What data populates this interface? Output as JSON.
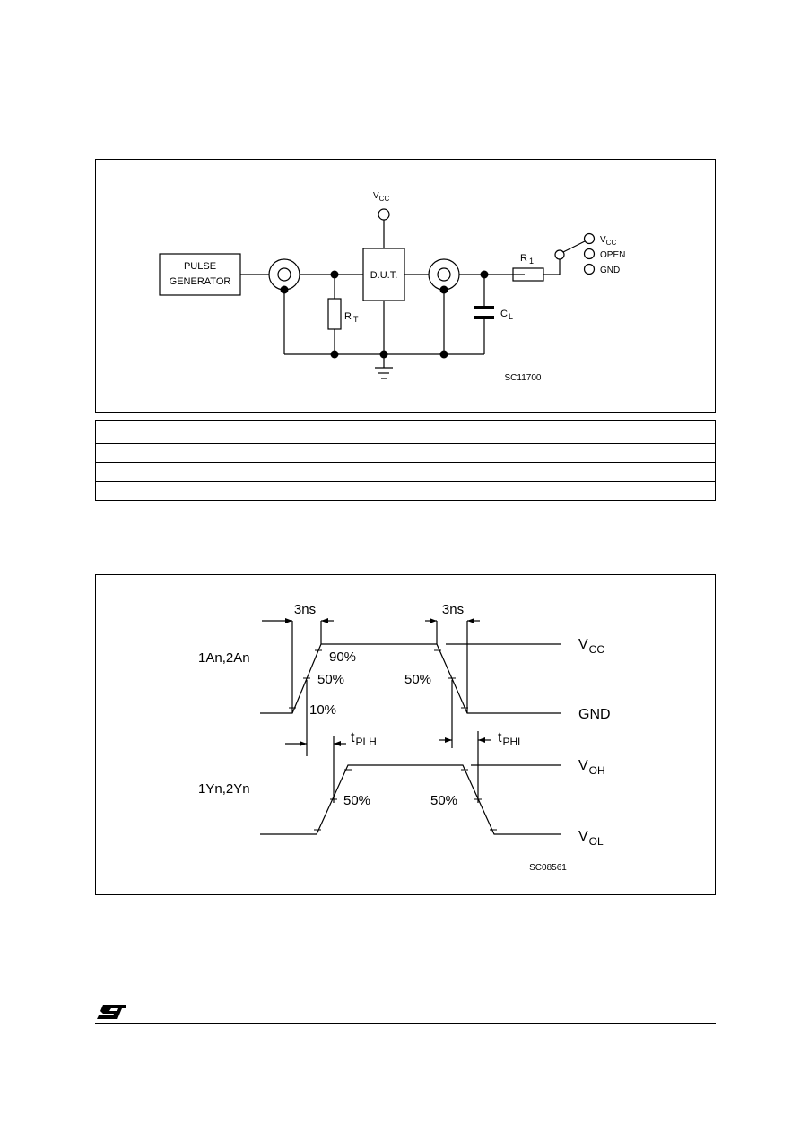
{
  "test_circuit": {
    "pulse_generator": [
      "PULSE",
      "GENERATOR"
    ],
    "dut": "D.U.T.",
    "vcc_label": "V",
    "vcc_sub": "CC",
    "rt_label": "R",
    "rt_sub": "T",
    "cl_label": "C",
    "cl_sub": "L",
    "r1_label": "R",
    "r1_sub": "1",
    "switch_options": [
      {
        "main": "V",
        "sub": "CC"
      },
      {
        "main": "OPEN",
        "sub": ""
      },
      {
        "main": "GND",
        "sub": ""
      }
    ],
    "figure_code": "SC11700"
  },
  "condition_table": {
    "rows": [
      [
        "",
        ""
      ],
      [
        "",
        ""
      ],
      [
        "",
        ""
      ],
      [
        "",
        ""
      ]
    ]
  },
  "waveform": {
    "input_label": "1An,2An",
    "output_label": "1Yn,2Yn",
    "rise_time": "3ns",
    "fall_time": "3ns",
    "pct_90": "90%",
    "pct_50": "50%",
    "pct_10": "10%",
    "vcc": {
      "main": "V",
      "sub": "CC"
    },
    "gnd": "GND",
    "voh": {
      "main": "V",
      "sub": "OH"
    },
    "vol": {
      "main": "V",
      "sub": "OL"
    },
    "tplh": {
      "main": "t",
      "sub": "PLH"
    },
    "tphl": {
      "main": "t",
      "sub": "PHL"
    },
    "figure_code": "SC08561"
  },
  "logo": "ST"
}
